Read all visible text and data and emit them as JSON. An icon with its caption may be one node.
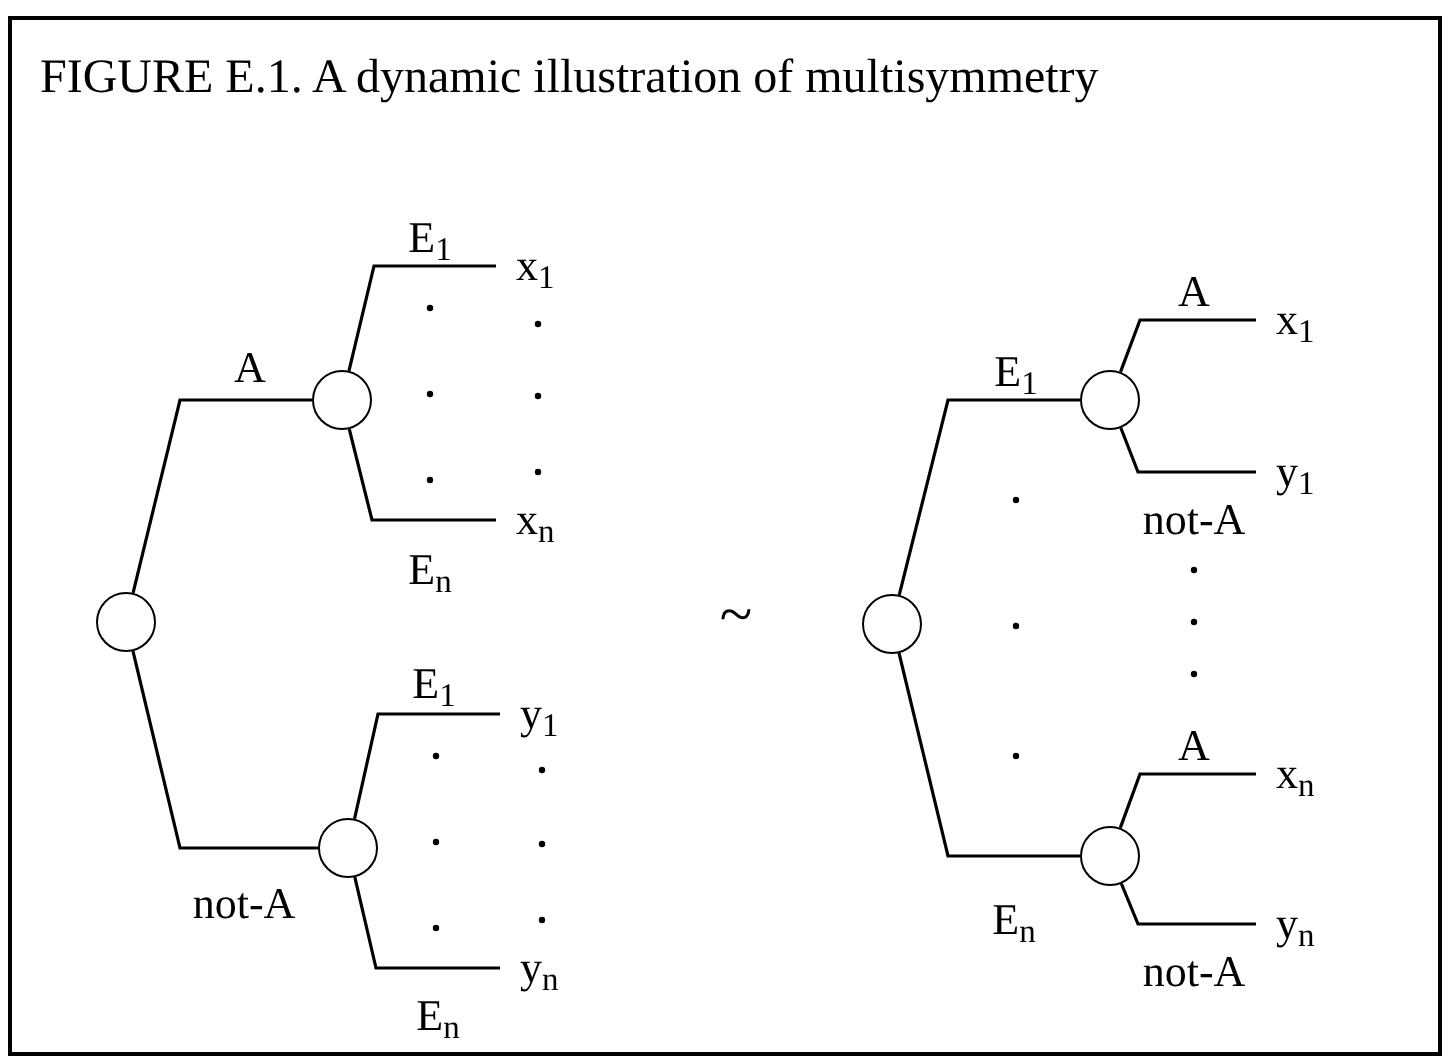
{
  "diagram": {
    "title": "FIGURE E.1. A dynamic illustration of multisymmetry",
    "nodes": [
      {
        "text": [],
        "shape": "circle"
      },
      {
        "text": [],
        "shape": "circle"
      },
      {
        "text": [],
        "shape": "circle"
      },
      {
        "text": [
          "x$_{1}$"
        ]
      },
      {
        "text": [
          "x$_{n}$"
        ]
      },
      {
        "text": [
          "y$_{1}$"
        ]
      },
      {
        "text": [
          "y$_{n}$"
        ]
      },
      {
        "text": [],
        "shape": "circle"
      },
      {
        "text": [],
        "shape": "circle"
      },
      {
        "text": [],
        "shape": "circle"
      },
      {
        "text": [
          "x$_{1}$"
        ]
      },
      {
        "text": [
          "y$_{1}$"
        ]
      },
      {
        "text": [
          "x$_{n}$"
        ]
      },
      {
        "text": [
          "y$_{n}$"
        ]
      }
    ],
    "edges": [
      {
        "from": 0,
        "to": 1,
        "arrow": "none",
        "label": "A"
      },
      {
        "from": 0,
        "to": 2,
        "arrow": "none",
        "label": "not-A"
      },
      {
        "from": 1,
        "to": 3,
        "arrow": "none",
        "label": "E$_{1}$"
      },
      {
        "from": 1,
        "to": 4,
        "arrow": "none",
        "label": "E$_{n}$"
      },
      {
        "from": 2,
        "to": 5,
        "arrow": "none",
        "label": "E$_{1}$"
      },
      {
        "from": 2,
        "to": 6,
        "arrow": "none",
        "label": "E$_{n}$"
      },
      {
        "from": 7,
        "to": 8,
        "arrow": "none",
        "label": "E$_{1}$"
      },
      {
        "from": 7,
        "to": 9,
        "arrow": "none",
        "label": "E$_{n}$"
      },
      {
        "from": 8,
        "to": 10,
        "arrow": "none",
        "label": "A"
      },
      {
        "from": 8,
        "to": 11,
        "arrow": "none",
        "label": "not-A"
      },
      {
        "from": 9,
        "to": 12,
        "arrow": "none",
        "label": "A"
      },
      {
        "from": 9,
        "to": 13,
        "arrow": "none",
        "label": "not-A"
      }
    ],
    "labels": [
      "~"
    ]
  }
}
